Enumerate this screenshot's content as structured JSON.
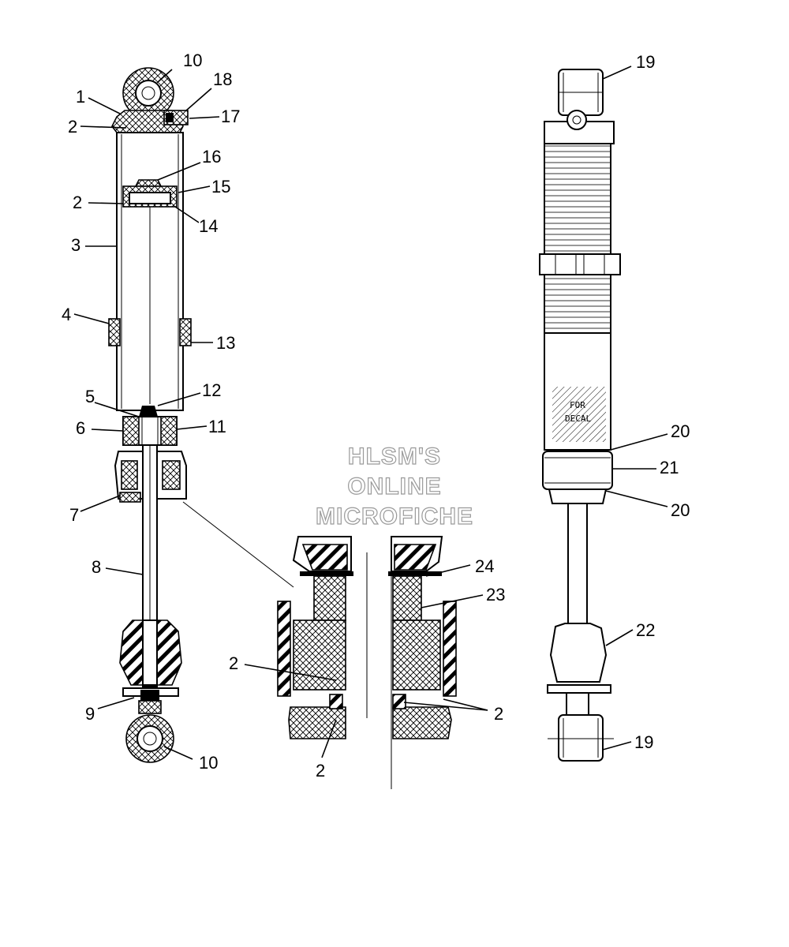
{
  "watermark": {
    "line1": "HLSM'S",
    "line2": "ONLINE",
    "line3": "MICROFICHE"
  },
  "decal": {
    "line1": "FOR",
    "line2": "DECAL"
  },
  "callouts": {
    "c1": "1",
    "c2a": "2",
    "c2b": "2",
    "c2c": "2",
    "c2d": "2",
    "c2e": "2",
    "c3": "3",
    "c4": "4",
    "c5": "5",
    "c6": "6",
    "c7": "7",
    "c8": "8",
    "c9": "9",
    "c10a": "10",
    "c10b": "10",
    "c11": "11",
    "c12": "12",
    "c13": "13",
    "c14": "14",
    "c15": "15",
    "c16": "16",
    "c17": "17",
    "c18": "18",
    "c19a": "19",
    "c19b": "19",
    "c20a": "20",
    "c20b": "20",
    "c21": "21",
    "c22": "22",
    "c23": "23",
    "c24": "24"
  }
}
